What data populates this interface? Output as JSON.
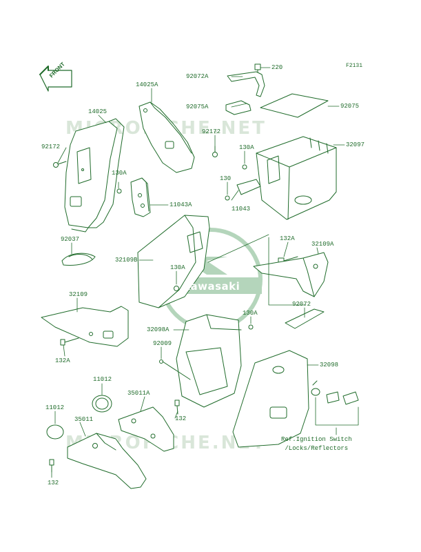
{
  "figure_id": "F2131",
  "front_label": "FRONT",
  "watermark_text": "MICROFICHE.NET",
  "logo_text": "kawasaki",
  "colors": {
    "line": "#1f6b2a",
    "fill": "#ffffff",
    "watermark": "#d9e6d9"
  },
  "callouts": {
    "c92072A": "92072A",
    "c220": "220",
    "c14025A": "14025A",
    "c92075A": "92075A",
    "c92075": "92075",
    "c14025": "14025",
    "c92172L": "92172",
    "c92172R": "92172",
    "c32097": "32097",
    "c130A_top": "130A",
    "c130A_mid": "130A",
    "c130": "130",
    "c11043A": "11043A",
    "c11043": "11043",
    "c92037": "92037",
    "c132A_top": "132A",
    "c32109A": "32109A",
    "c32109B": "32109B",
    "c130A_logo": "130A",
    "c32109": "32109",
    "c92072": "92072",
    "c130A_box": "130A",
    "c32098A": "32098A",
    "c92009": "92009",
    "c132A_bot": "132A",
    "c32098": "32098",
    "c11012_top": "11012",
    "c35011A": "35011A",
    "c11012_left": "11012",
    "c132_mid": "132",
    "c35011": "35011",
    "c132_bot": "132"
  },
  "reference_note": {
    "line1": "Ref.Ignition Switch",
    "line2": "/Locks/Reflectors"
  }
}
